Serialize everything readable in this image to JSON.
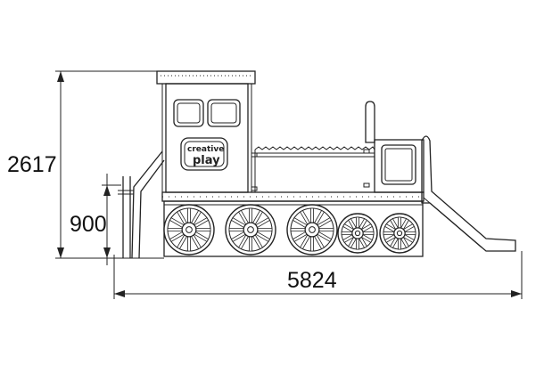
{
  "dimensions": {
    "overall_height": "2617",
    "platform_height": "900",
    "overall_length": "5824"
  },
  "logo": {
    "line1": "creative",
    "line2": "play"
  }
}
